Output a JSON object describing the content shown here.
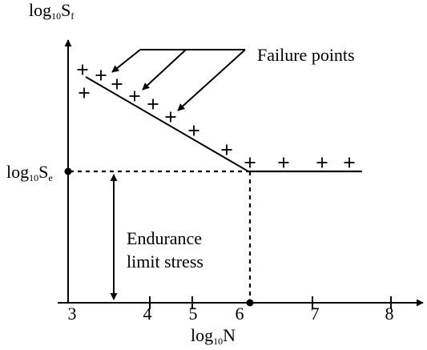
{
  "labels": {
    "y_axis_main": "log",
    "y_axis_base": "10",
    "y_axis_var": "S",
    "y_axis_sub": "f",
    "se_main": "log",
    "se_base": "10",
    "se_var": "S",
    "se_sub": "e",
    "x_axis_main": "log",
    "x_axis_base": "10",
    "x_axis_var": "N",
    "failure_points": "Failure points",
    "endurance_line1": "Endurance",
    "endurance_line2": "limit stress"
  },
  "ticks": [
    "3",
    "4",
    "5",
    "6",
    "7",
    "8"
  ],
  "failure_marker": "+",
  "colors": {
    "ink": "#000000",
    "background": "#ffffff"
  }
}
